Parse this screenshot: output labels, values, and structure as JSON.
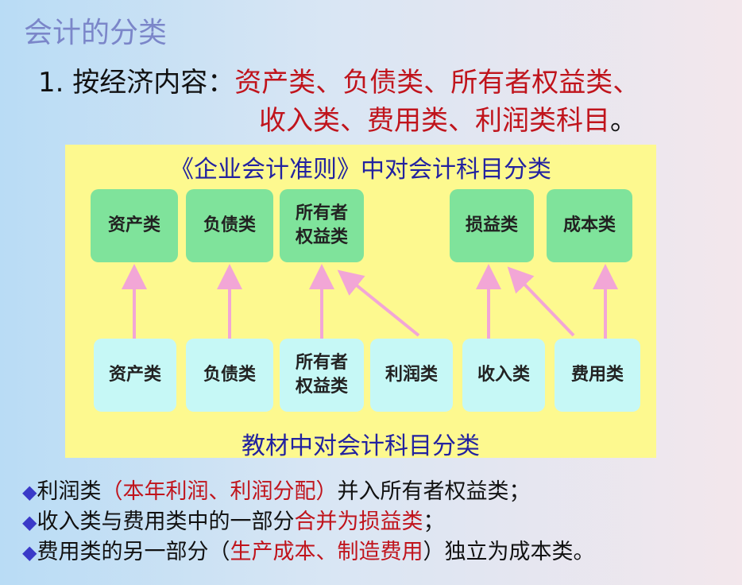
{
  "title": "会计的分类",
  "point1": {
    "prefix": "1. 按经济内容：",
    "line1_red": "资产类、负债类、所有者权益类、",
    "line2_red": "收入类、费用类、利润类科目",
    "line2_end": "。"
  },
  "diagram": {
    "top_label": "《企业会计准则》中对会计科目分类",
    "bottom_label": "教材中对会计科目分类",
    "top_boxes": [
      "资产类",
      "负债类",
      "所有者\n权益类",
      "损益类",
      "成本类"
    ],
    "bottom_boxes": [
      "资产类",
      "负债类",
      "所有者\n权益类",
      "利润类",
      "收入类",
      "费用类"
    ],
    "colors": {
      "top_box": "#7fe39b",
      "bottom_box": "#c6f8f6",
      "arrow": "#f2a6d6",
      "background": "#fdf98f"
    }
  },
  "bullets": [
    {
      "marker": "◆",
      "black1": "利润类",
      "red": "（本年利润、利润分配）",
      "black2": "并入所有者权益类；"
    },
    {
      "marker": "◆",
      "black1": "收入类与费用类中的一部分",
      "red": "合并为损益类",
      "black2": "；"
    },
    {
      "marker": "◆",
      "black1": "费用类的另一部分（",
      "red": "生产成本、制造费用",
      "black2": "）独立为成本类。"
    }
  ]
}
